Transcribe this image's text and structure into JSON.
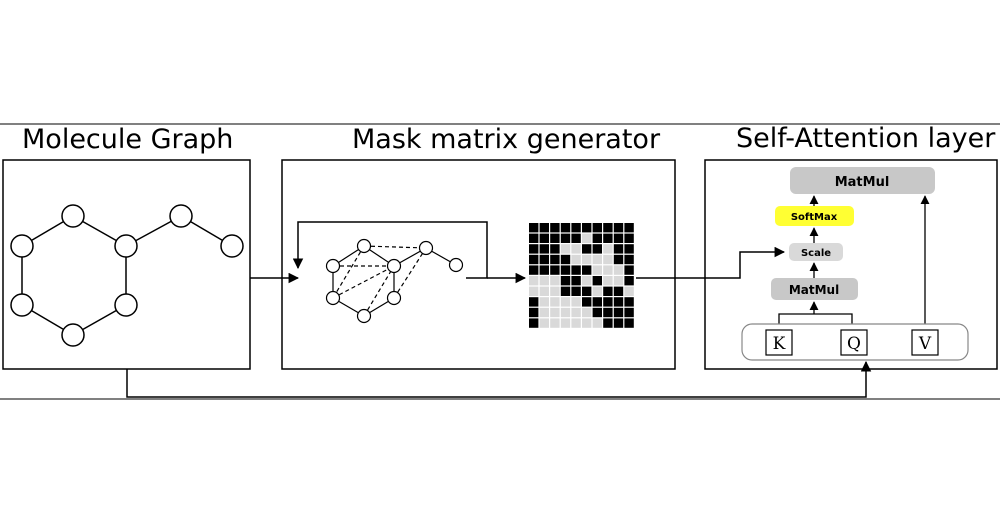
{
  "titles": {
    "molecule_graph": "Molecule Graph",
    "mask_generator": "Mask matrix generator",
    "self_attention": "Self-Attention layer"
  },
  "attention": {
    "matmul_top": "MatMul",
    "softmax": "SoftMax",
    "scale": "Scale",
    "matmul_bottom": "MatMul",
    "inputs": [
      "K",
      "Q",
      "V"
    ]
  },
  "colors": {
    "block_gray": "#c8c8c8",
    "softmax_yellow": "#ffff33",
    "mask_black": "#000000",
    "mask_light": "#d9d9d9"
  },
  "mask_matrix": [
    [
      1,
      1,
      1,
      1,
      1,
      1,
      1,
      1,
      1,
      1
    ],
    [
      1,
      1,
      1,
      1,
      1,
      0,
      1,
      1,
      1,
      1
    ],
    [
      1,
      1,
      1,
      0,
      0,
      1,
      1,
      0,
      1,
      1
    ],
    [
      1,
      1,
      1,
      1,
      0,
      0,
      0,
      0,
      1,
      1
    ],
    [
      1,
      1,
      1,
      1,
      1,
      1,
      0,
      0,
      0,
      1
    ],
    [
      0,
      0,
      0,
      1,
      1,
      0,
      1,
      0,
      0,
      1
    ],
    [
      0,
      0,
      0,
      1,
      1,
      1,
      0,
      1,
      1,
      0
    ],
    [
      1,
      0,
      0,
      0,
      0,
      1,
      1,
      1,
      1,
      1
    ],
    [
      1,
      0,
      0,
      0,
      0,
      0,
      1,
      1,
      1,
      1
    ],
    [
      1,
      0,
      0,
      0,
      0,
      0,
      0,
      1,
      1,
      1
    ]
  ]
}
